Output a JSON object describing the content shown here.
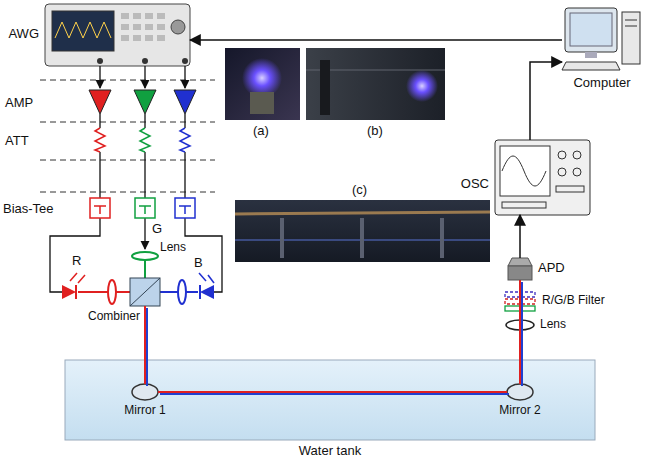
{
  "diagram": {
    "nodes": [
      {
        "text": [
          "AWG"
        ]
      },
      {
        "text": [
          "Computer"
        ]
      },
      {
        "text": [
          "OSC"
        ]
      },
      {
        "text": [
          "APD"
        ]
      },
      {
        "text": [
          "Combiner"
        ]
      },
      {
        "text": [
          "Water tank"
        ]
      },
      {
        "text": [
          "Mirror 1"
        ],
        "in": 5
      },
      {
        "text": [
          "Mirror 2"
        ],
        "in": 5
      }
    ],
    "edges": [
      {
        "from": 1,
        "to": 0,
        "arrow": "to"
      },
      {
        "from": 3,
        "to": 2,
        "arrow": "to"
      },
      {
        "from": 2,
        "to": 1,
        "arrow": "to"
      },
      {
        "from": 4,
        "to": 6,
        "arrow": "none"
      },
      {
        "from": 6,
        "to": 7,
        "arrow": "none"
      },
      {
        "from": 7,
        "to": 3,
        "arrow": "none"
      }
    ],
    "labels": [
      "AMP",
      "ATT",
      "Bias-Tee",
      "G",
      "Lens",
      "R",
      "B",
      "(a)",
      "(b)",
      "(c)",
      "R/G/B Filter",
      "Lens"
    ]
  }
}
